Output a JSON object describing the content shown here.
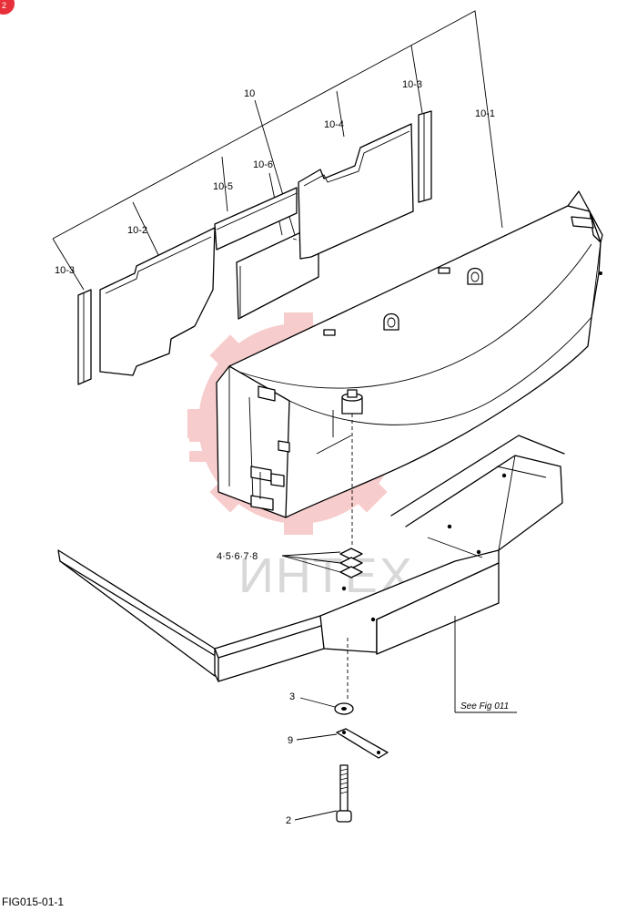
{
  "labels": {
    "l10": "10",
    "l10_1": "10-1",
    "l10_2": "10-2",
    "l10_3_top": "10-3",
    "l10_3_left": "10-3",
    "l10_4": "10-4",
    "l10_5": "10-5",
    "l10_6": "10-6",
    "l4_8": "4·5·6·7·8",
    "l3": "3",
    "l9": "9",
    "l2": "2"
  },
  "reference": "See Fig 011",
  "figure_id": "FIG015-01-1",
  "watermark": "ИНТЕХ",
  "colors": {
    "watermark_gear": "#f4b9b9",
    "watermark_text": "#d8d8d8",
    "corner_badge": "#e8303a"
  }
}
